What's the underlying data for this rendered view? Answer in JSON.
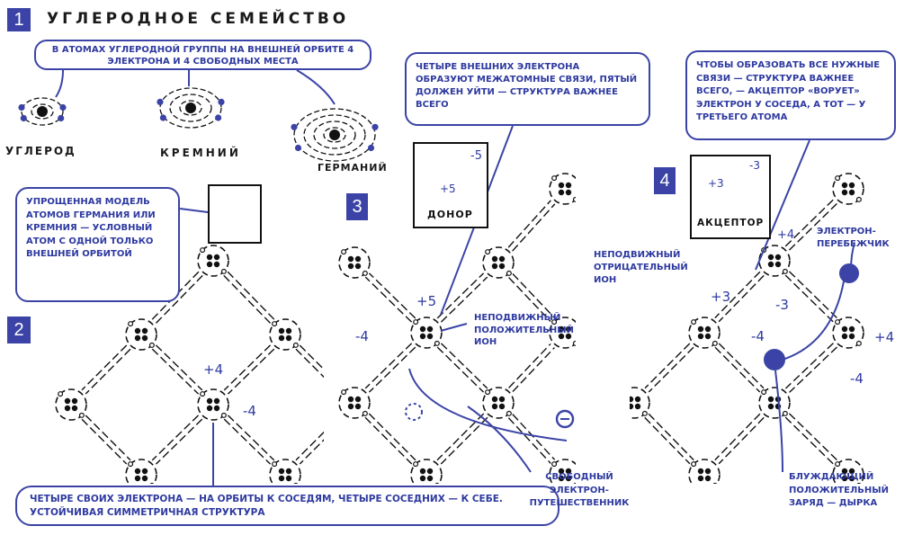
{
  "title": "УГЛЕРОДНОЕ СЕМЕЙСТВО",
  "sections": [
    "1",
    "2",
    "3",
    "4"
  ],
  "colors": {
    "accent": "#3b44a6",
    "ink": "#111111"
  },
  "section1": {
    "bubble": "В атомах углеродной группы на внешней орбите 4 электрона и 4 свободных места",
    "atoms": [
      "УГЛЕРОД",
      "КРЕМНИЙ",
      "ГЕРМАНИЙ"
    ]
  },
  "section2": {
    "bubble": "Упрощенная модель атомов германия или кремния — условный атом с одной только внешней орбитой",
    "charge_pos": "+4",
    "charge_neg": "-4",
    "bottom_bubble": "Четыре своих электрона — на орбиты к соседям, четыре соседних — к себе. Устойчивая симметричная структура"
  },
  "section3": {
    "bubble": "Четыре внешних электрона образуют межатомные связи, пятый должен уйти — структура важнее всего",
    "frame_label": "ДОНОР",
    "frame_pos": "+5",
    "frame_neg": "-5",
    "charge_pos": "+5",
    "charge_neg": "-4",
    "ion_note": "Неподвижный положительный ион",
    "electron_note": "Свободный электрон-путешественник"
  },
  "section4": {
    "bubble": "Чтобы образовать все нужные связи — структура важнее всего, — акцептор «ворует» электрон у соседа, а тот — у третьего атома",
    "frame_label": "АКЦЕПТОР",
    "frame_pos": "+3",
    "frame_neg": "-3",
    "charge_plus4_top": "+4",
    "charge_plus3": "+3",
    "charge_minus3": "-3",
    "charge_minus4_a": "-4",
    "charge_plus4_right": "+4",
    "charge_minus4_b": "-4",
    "ion_note": "Неподвижный отрицательный ион",
    "runner_note": "Электрон-перебежчик",
    "hole_note": "Блуждающий положительный заряд — дырка"
  }
}
